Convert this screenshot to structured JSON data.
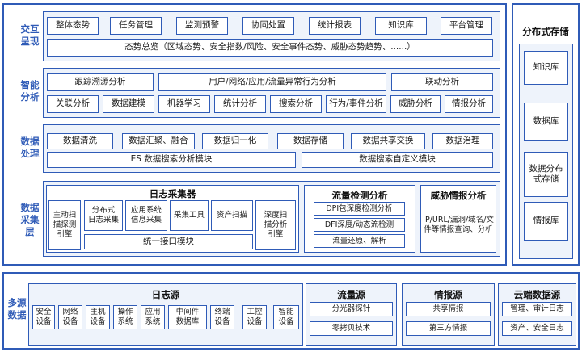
{
  "layers": {
    "interaction": {
      "label": "交互\n呈现",
      "row1": [
        "整体态势",
        "任务管理",
        "监测预警",
        "协同处置",
        "统计报表",
        "知识库",
        "平台管理"
      ],
      "overview": "态势总览（区域态势、安全指数/风险、安全事件态势、威胁态势趋势、......）"
    },
    "intelligent": {
      "label": "智能\n分析",
      "row1": [
        "跟踪溯源分析",
        "用户/网络/应用/流量异常行为分析",
        "联动分析"
      ],
      "row2": [
        "关联分析",
        "数据建模",
        "机器学习",
        "统计分析",
        "搜索分析",
        "行为/事件分析",
        "威胁分析",
        "情报分析"
      ]
    },
    "processing": {
      "label": "数据\n处理",
      "row1": [
        "数据清洗",
        "数据汇聚、融合",
        "数据归一化",
        "数据存储",
        "数据共享交换",
        "数据治理"
      ],
      "row2": [
        "ES 数据搜索分析模块",
        "数据搜索自定义模块"
      ]
    },
    "collection": {
      "label": "数据\n采集层",
      "log_collector": {
        "title": "日志采集器",
        "items": [
          "主动扫\n描探测\n引擎",
          "分布式\n日志采集",
          "应用系统\n信息采集",
          "采集工具",
          "资产扫描",
          "深度扫\n描分析\n引擎"
        ],
        "interface": "统一接口模块"
      },
      "traffic": {
        "title": "流量检测分析",
        "items": [
          "DPI包深度检测分析",
          "DFI深度/动态流检测",
          "流量还原、解析"
        ]
      },
      "threat": {
        "title": "威胁情报分析",
        "text": "IP/URL/漏洞/域名/文\n件等情报查询、分析"
      }
    }
  },
  "storage": {
    "title": "分布式存储",
    "items": [
      "知识库",
      "数据库",
      "数据分布\n式存储",
      "情报库"
    ]
  },
  "sources": {
    "label": "多源\n数据",
    "log": {
      "title": "日志源",
      "items": [
        "安全\n设备",
        "网络\n设备",
        "主机\n设备",
        "操作\n系统",
        "应用\n系统",
        "中间件\n数据库",
        "终端\n设备",
        "工控\n设备",
        "智能\n设备"
      ]
    },
    "flow": {
      "title": "流量源",
      "items": [
        "分光器探针",
        "零拷贝技术"
      ]
    },
    "intel": {
      "title": "情报源",
      "items": [
        "共享情报",
        "第三方情报"
      ]
    },
    "cloud": {
      "title": "云端数据源",
      "items": [
        "管理、审计日志",
        "资产、安全日志"
      ]
    }
  }
}
